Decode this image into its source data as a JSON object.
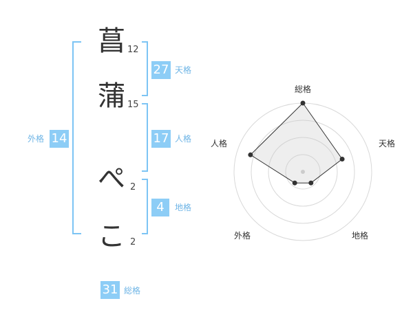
{
  "name": {
    "chars": [
      {
        "char": "菖",
        "strokes": "12"
      },
      {
        "char": "蒲",
        "strokes": "15"
      },
      {
        "char": "ぺ",
        "strokes": "2"
      },
      {
        "char": "こ",
        "strokes": "2"
      }
    ]
  },
  "fortune": {
    "tenkaku": {
      "value": "27",
      "label": "天格"
    },
    "jinkaku": {
      "value": "17",
      "label": "人格"
    },
    "chikaku": {
      "value": "4",
      "label": "地格"
    },
    "gaikaku": {
      "value": "14",
      "label": "外格"
    },
    "soukaku": {
      "value": "31",
      "label": "総格"
    }
  },
  "colors": {
    "accent": "#8dcdf6",
    "bracket": "#7cc4f4",
    "label": "#6fb5e6",
    "text": "#333333"
  },
  "chart_data": {
    "type": "radar",
    "axes": [
      "総格",
      "天格",
      "地格",
      "外格",
      "人格"
    ],
    "max": 5,
    "rings": 4,
    "values": [
      5,
      3,
      1,
      1,
      4
    ]
  }
}
